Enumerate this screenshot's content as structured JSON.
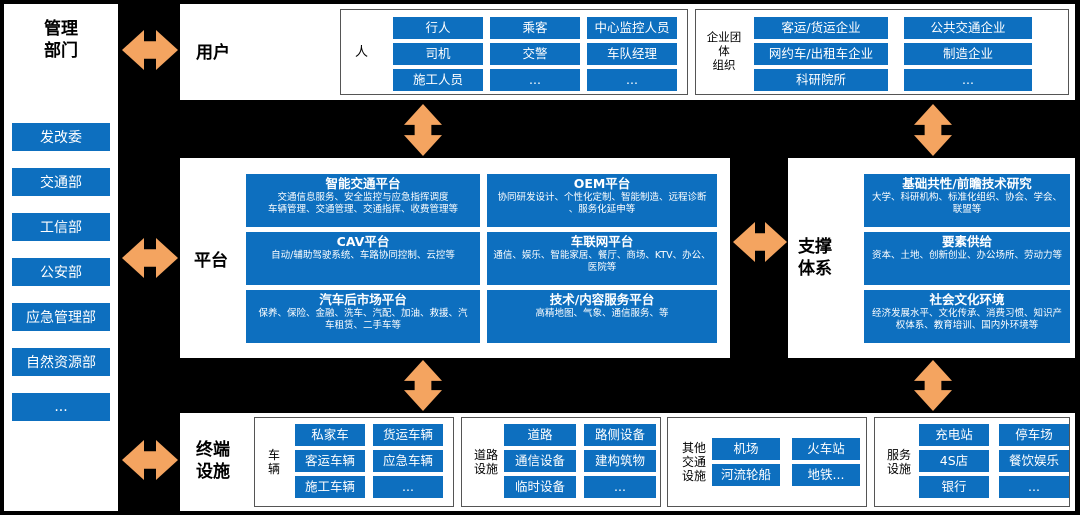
{
  "management": {
    "title": "管理\n部门",
    "items": [
      "发改委",
      "交通部",
      "工信部",
      "公安部",
      "应急管理部",
      "自然资源部",
      "..."
    ]
  },
  "users": {
    "title": "用户",
    "person_label": "人",
    "person_items": [
      "行人",
      "乘客",
      "中心监控人员",
      "司机",
      "交警",
      "车队经理",
      "施工人员",
      "...",
      "..."
    ],
    "org_label": "企业团\n体\n组织",
    "org_items": [
      "客运/货运企业",
      "公共交通企业",
      "网约车/出租车企业",
      "制造企业",
      "科研院所",
      "..."
    ]
  },
  "platform": {
    "title": "平台",
    "boxes": [
      {
        "title": "智能交通平台",
        "desc": "交通信息服务、安全监控与应急指挥调度\n车辆管理、交通管理、交通指挥、收费管理等"
      },
      {
        "title": "OEM平台",
        "desc": "协同研发设计、个性化定制、智能制造、远程诊断\n、服务化延申等"
      },
      {
        "title": "CAV平台",
        "desc": "自动/辅助驾驶系统、车路协同控制、云控等"
      },
      {
        "title": "车联网平台",
        "desc": "通信、娱乐、智能家居、餐厅、商场、KTV、办公、\n医院等"
      },
      {
        "title": "汽车后市场平台",
        "desc": "保养、保险、金融、洗车、汽配、加油、救援、汽\n车租赁、二手车等"
      },
      {
        "title": "技术/内容服务平台",
        "desc": "高精地图、气象、通信服务、等"
      }
    ]
  },
  "support": {
    "title": "支撑\n体系",
    "boxes": [
      {
        "title": "基础共性/前瞻技术研究",
        "desc": "大学、科研机构、标准化组织、协会、学会、\n联盟等"
      },
      {
        "title": "要素供给",
        "desc": "资本、土地、创新创业、办公场所、劳动力等"
      },
      {
        "title": "社会文化环境",
        "desc": "经济发展水平、文化传承、消费习惯、知识产\n权体系、教育培训、国内外环境等"
      }
    ]
  },
  "terminal": {
    "title": "终端\n设施",
    "groups": [
      {
        "label": "车\n辆",
        "items": [
          "私家车",
          "货运车辆",
          "客运车辆",
          "应急车辆",
          "施工车辆",
          "..."
        ]
      },
      {
        "label": "道路\n设施",
        "items": [
          "道路",
          "路侧设备",
          "通信设备",
          "建构筑物",
          "临时设备",
          "..."
        ]
      },
      {
        "label": "其他\n交通\n设施",
        "items": [
          "机场",
          "火车站",
          "河流轮船",
          "地铁..."
        ]
      },
      {
        "label": "服务\n设施",
        "items": [
          "充电站",
          "停车场",
          "4S店",
          "餐饮娱乐",
          "银行",
          "..."
        ]
      }
    ]
  },
  "colors": {
    "box": "#0d6fbf",
    "arrow": "#f4a460",
    "background": "#000000"
  }
}
